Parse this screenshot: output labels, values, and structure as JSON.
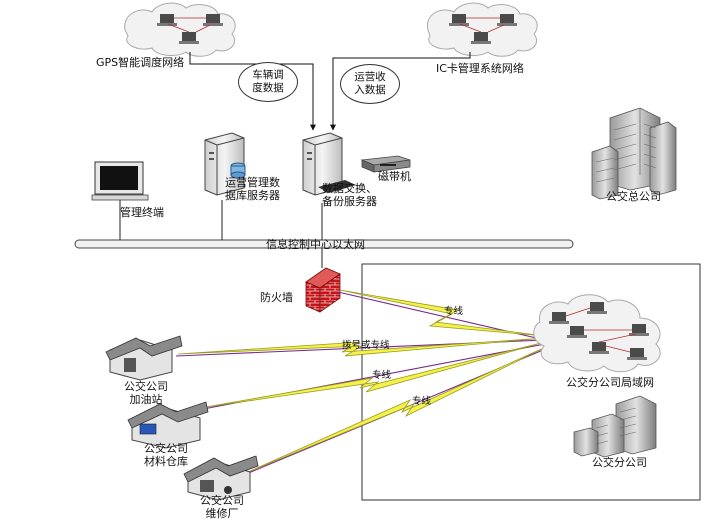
{
  "labels": {
    "gps_network": "GPS智能调度网络",
    "ic_network": "IC卡管理系统网络",
    "vehicle_data": [
      "车辆调",
      "度数据"
    ],
    "revenue_data": [
      "运营收",
      "入数据"
    ],
    "ops_db_server": [
      "运营管理数",
      "据库服务器"
    ],
    "data_server": [
      "数据交换、",
      "备份服务器"
    ],
    "tape_drive": "磁带机",
    "mgmt_terminal": "管理终端",
    "head_company": "公交总公司",
    "ethernet": "信息控制中心以太网",
    "firewall": "防火墙",
    "branch_lan": "公交分公司局域网",
    "branch_company": "公交分公司",
    "gas_station": [
      "公交公司",
      "加油站"
    ],
    "warehouse": [
      "公交公司",
      "材料仓库"
    ],
    "repair_shop": [
      "公交公司",
      "维修厂"
    ],
    "link_dedicated": "专线",
    "link_dialup": "拨号或专线",
    "link_dedicated_2": "专线",
    "link_dedicated_3": "专线"
  },
  "colors": {
    "bolt_fill": "#f2f24a",
    "link_purple": "#7a2a8a",
    "firewall_red": "#c4141a",
    "server_gray": "#e6e6e6"
  }
}
